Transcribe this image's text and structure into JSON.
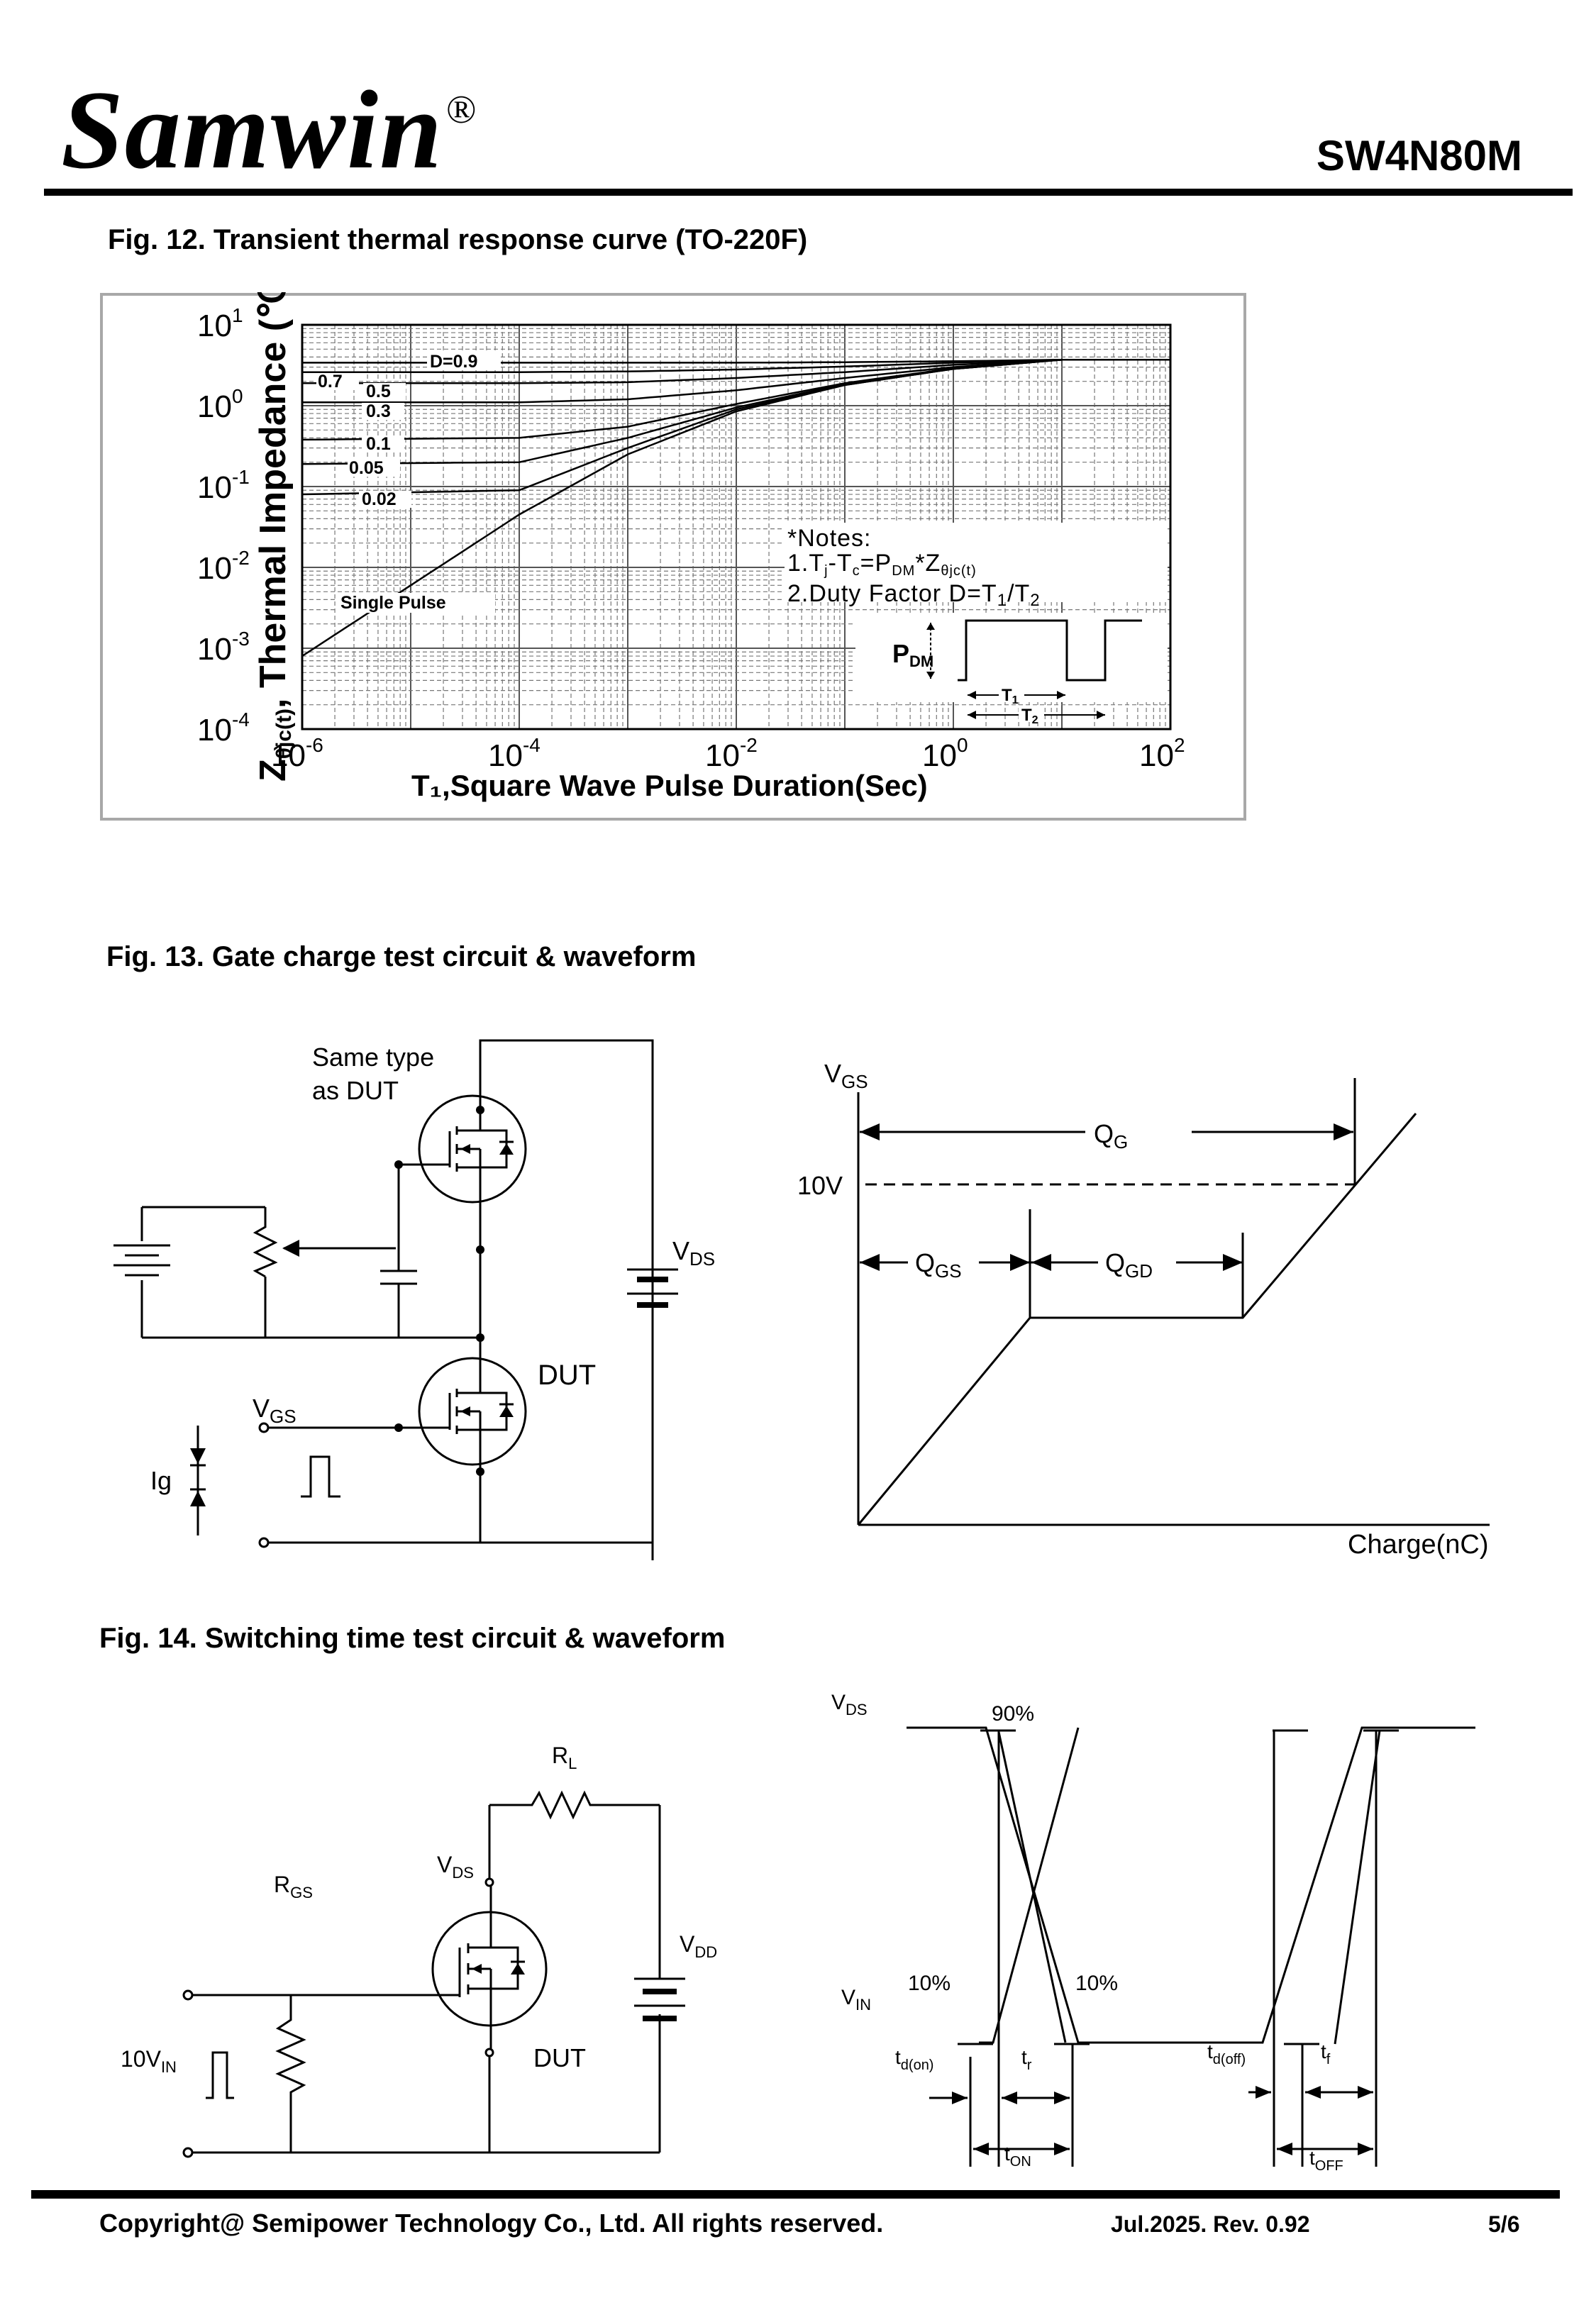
{
  "header": {
    "brand": "Samwin",
    "registered": "®",
    "part_number": "SW4N80M"
  },
  "fig12": {
    "title": "Fig. 12. Transient thermal response curve (TO-220F)",
    "ylabel_main": "Z",
    "ylabel_sub": "θjc(t)",
    "ylabel_rest": ", Thermal Impedance (℃/W)",
    "xlabel": "T₁,Square Wave Pulse Duration(Sec)",
    "ytick_base": "10",
    "ytick_exps": [
      "1",
      "0",
      "-1",
      "-2",
      "-3",
      "-4"
    ],
    "xtick_base": "10",
    "xtick_exps": [
      "-6",
      "-4",
      "-2",
      "0",
      "2"
    ],
    "curve_labels": [
      "D=0.9",
      "0.7",
      "0.5",
      "0.3",
      "0.1",
      "0.05",
      "0.02",
      "Single Pulse"
    ],
    "notes": {
      "title": "*Notes:",
      "line1": "1.Tj-Tc=PDM*Zθjc(t)",
      "line2": "2.Duty Factor D=T1/T2"
    },
    "pdm": "PDM",
    "t1": "T1",
    "t2": "T2"
  },
  "chart_data": {
    "type": "line",
    "xscale": "log",
    "yscale": "log",
    "xlim": [
      1e-06,
      100
    ],
    "ylim": [
      0.0001,
      10
    ],
    "xlabel": "T₁,Square Wave Pulse Duration(Sec)",
    "ylabel": "Zθjc(t), Thermal Impedance (℃/W)",
    "series": [
      {
        "name": "D=0.9",
        "x": [
          1e-06,
          0.001,
          0.01,
          0.1,
          1,
          10,
          100
        ],
        "y": [
          3.4,
          3.4,
          3.4,
          3.45,
          3.55,
          3.7,
          3.7
        ]
      },
      {
        "name": "0.7",
        "x": [
          1e-06,
          0.0001,
          0.001,
          0.01,
          0.1,
          1,
          10,
          100
        ],
        "y": [
          2.6,
          2.6,
          2.65,
          2.8,
          3.05,
          3.4,
          3.7,
          3.7
        ]
      },
      {
        "name": "0.5",
        "x": [
          1e-06,
          0.0001,
          0.001,
          0.01,
          0.1,
          1,
          10,
          100
        ],
        "y": [
          1.9,
          1.9,
          1.95,
          2.2,
          2.6,
          3.2,
          3.7,
          3.7
        ]
      },
      {
        "name": "0.3",
        "x": [
          1e-06,
          0.0001,
          0.001,
          0.01,
          0.1,
          1,
          10,
          100
        ],
        "y": [
          1.1,
          1.1,
          1.2,
          1.55,
          2.2,
          3.0,
          3.7,
          3.7
        ]
      },
      {
        "name": "0.1",
        "x": [
          1e-06,
          0.0001,
          0.001,
          0.01,
          0.1,
          1,
          10,
          100
        ],
        "y": [
          0.38,
          0.4,
          0.55,
          1.05,
          1.9,
          2.9,
          3.7,
          3.7
        ]
      },
      {
        "name": "0.05",
        "x": [
          1e-06,
          0.0001,
          0.001,
          0.01,
          0.1,
          1,
          10,
          100
        ],
        "y": [
          0.19,
          0.2,
          0.4,
          0.95,
          1.85,
          2.85,
          3.7,
          3.7
        ]
      },
      {
        "name": "0.02",
        "x": [
          1e-06,
          0.0001,
          0.001,
          0.01,
          0.1,
          1,
          10,
          100
        ],
        "y": [
          0.08,
          0.09,
          0.3,
          0.9,
          1.8,
          2.85,
          3.7,
          3.7
        ]
      },
      {
        "name": "Single Pulse",
        "x": [
          1e-06,
          1e-05,
          0.0001,
          0.001,
          0.01,
          0.1,
          1,
          10,
          100
        ],
        "y": [
          0.0008,
          0.006,
          0.045,
          0.25,
          0.85,
          1.8,
          2.85,
          3.7,
          3.7
        ]
      }
    ]
  },
  "fig13": {
    "title": "Fig. 13. Gate charge test circuit & waveform",
    "same_type_line1": "Same type",
    "same_type_line2": "as DUT",
    "vds": "V",
    "vds_sub": "DS",
    "dut": "DUT",
    "vgs": "V",
    "vgs_sub": "GS",
    "ig": "Ig",
    "wave_vgs": "V",
    "wave_vgs_sub": "GS",
    "ten_v": "10V",
    "qg": "Q",
    "qg_sub": "G",
    "qgs": "Q",
    "qgs_sub": "GS",
    "qgd": "Q",
    "qgd_sub": "GD",
    "charge_label": "Charge(nC)"
  },
  "fig14": {
    "title": "Fig. 14. Switching time test circuit & waveform",
    "rl": "R",
    "rl_sub": "L",
    "rgs": "R",
    "rgs_sub": "GS",
    "vds": "V",
    "vds_sub": "DS",
    "vdd": "V",
    "vdd_sub": "DD",
    "dut": "DUT",
    "vin_src": "10V",
    "vin_src_sub": "IN",
    "wave_vds": "V",
    "wave_vds_sub": "DS",
    "wave_vin": "V",
    "wave_vin_sub": "IN",
    "p90": "90%",
    "p10a": "10%",
    "p10b": "10%",
    "tdon": "t",
    "tdon_sub": "d(on)",
    "tr": "t",
    "tr_sub": "r",
    "ton": "t",
    "ton_sub": "ON",
    "tdoff": "t",
    "tdoff_sub": "d(off)",
    "tf": "t",
    "tf_sub": "f",
    "toff": "t",
    "toff_sub": "OFF"
  },
  "footer": {
    "copyright": "Copyright@ Semipower Technology Co., Ltd. All rights reserved.",
    "date_rev": "Jul.2025. Rev. 0.92",
    "page": "5/6"
  }
}
